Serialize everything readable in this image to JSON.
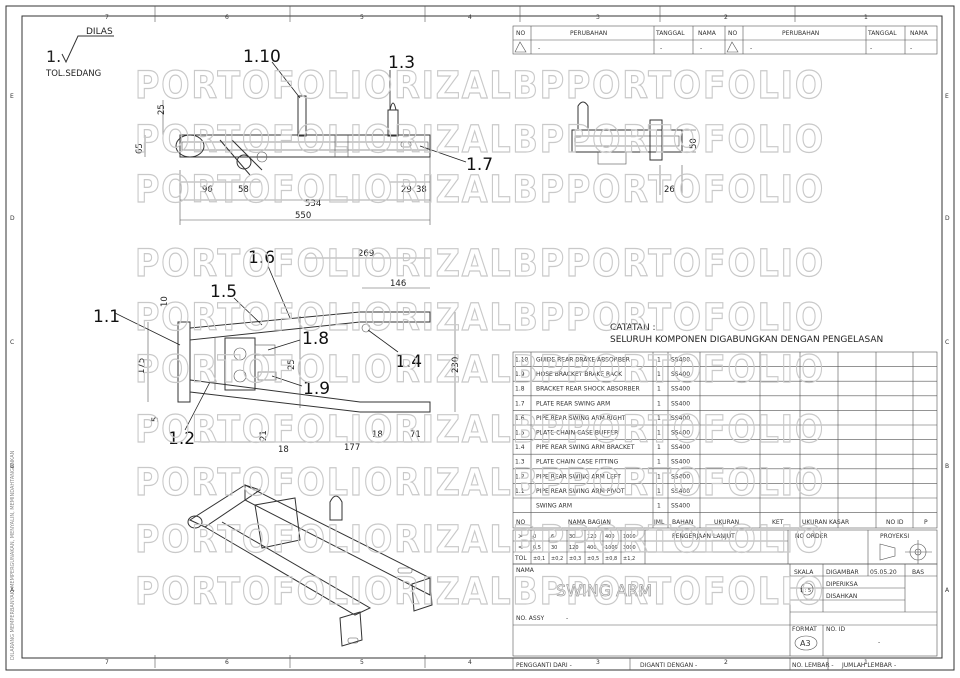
{
  "border": {
    "col_numbers_top": [
      "7",
      "6",
      "5",
      "4",
      "3",
      "2",
      "1"
    ],
    "col_numbers_bottom": [
      "7",
      "6",
      "5",
      "4",
      "3",
      "2",
      "1"
    ],
    "row_letters_left": [
      "E",
      "D",
      "C",
      "B",
      "A"
    ],
    "row_letters_right": [
      "E",
      "D",
      "C",
      "B",
      "A"
    ]
  },
  "watermark": {
    "text": "PORTOFOLIORIZALBPPORTOFOLIO"
  },
  "weld_note": {
    "number": "1.",
    "symbol_label": "DILAS",
    "tolerance": "TOL.SEDANG"
  },
  "callouts": [
    "1.10",
    "1.3",
    "1.7",
    "1.6",
    "1.5",
    "1.1",
    "1.8",
    "1.4",
    "1.9",
    "1.2"
  ],
  "dimensions": {
    "top_view": [
      "25",
      "65",
      "96",
      "58",
      "29",
      "38",
      "534",
      "550"
    ],
    "side_view": [
      "50",
      "26"
    ],
    "front_view": [
      "269",
      "146",
      "10",
      "175",
      "25",
      "230",
      "5",
      "21",
      "18",
      "177",
      "18",
      "71"
    ]
  },
  "revision_table": {
    "headers": [
      "NO",
      "PERUBAHAN",
      "TANGGAL",
      "NAMA",
      "NO",
      "PERUBAHAN",
      "TANGGAL",
      "NAMA"
    ],
    "row": [
      "-",
      "-",
      "-",
      "-",
      "-",
      "-",
      "-",
      "-"
    ]
  },
  "notes": {
    "title": "CATATAN :",
    "text": "SELURUH KOMPONEN DIGABUNGKAN DENGAN PENGELASAN"
  },
  "parts_list": [
    {
      "no": "1.10",
      "name": "GUIDE REAR BRAKE ABSORBER",
      "qty": "1",
      "mat": "SS400"
    },
    {
      "no": "1.9",
      "name": "HOSE BRACKET BRAKE RACK",
      "qty": "1",
      "mat": "SS400"
    },
    {
      "no": "1.8",
      "name": "BRACKET REAR SHOCK ABSORBER",
      "qty": "1",
      "mat": "SS400"
    },
    {
      "no": "1.7",
      "name": "PLATE REAR SWING ARM",
      "qty": "1",
      "mat": "SS400"
    },
    {
      "no": "1.6",
      "name": "PIPE REAR SWING ARM RIGHT",
      "qty": "1",
      "mat": "SS400"
    },
    {
      "no": "1.5",
      "name": "PLATE CHAIN CASE BUFFER",
      "qty": "1",
      "mat": "SS400"
    },
    {
      "no": "1.4",
      "name": "PIPE REAR SWING ARM BRACKET",
      "qty": "1",
      "mat": "SS400"
    },
    {
      "no": "1.3",
      "name": "PLATE CHAIN CASE FITTING",
      "qty": "1",
      "mat": "SS400"
    },
    {
      "no": "1.2",
      "name": "PIPE REAR SWING ARM LEFT",
      "qty": "1",
      "mat": "SS400"
    },
    {
      "no": "1.1",
      "name": "PIPE REAR SWING ARM PIVOT",
      "qty": "1",
      "mat": "SS400"
    },
    {
      "no": "",
      "name": "SWING ARM",
      "qty": "1",
      "mat": "SS400"
    }
  ],
  "parts_header": [
    "NO",
    "NAMA BAGIAN",
    "JML",
    "BAHAN",
    "UKURAN",
    "KET",
    "UKURAN KASAR",
    "NO ID",
    "P"
  ],
  "tolerance_table": {
    "ranges": [
      "0",
      "6",
      "30",
      "120",
      "400",
      "1000"
    ],
    "row1": [
      "0,5",
      "30",
      "120",
      "400",
      "1000",
      "3000"
    ],
    "row2": [
      "±0,1",
      "±0,2",
      "±0,3",
      "±0,5",
      "±0,8",
      "±1,2"
    ],
    "labels": [
      "PENGERJAAN LANJUT",
      "NO ORDER",
      "PROYEKSI"
    ]
  },
  "title_block": {
    "nama_label": "NAMA",
    "title": "SWING ARM",
    "skala_label": "SKALA",
    "skala_value": "1 : 5",
    "digambar_label": "DIGAMBAR",
    "digambar_date": "05.05.20",
    "digambar_name": "BAS",
    "diperiksa_label": "DIPERIKSA",
    "disahkan_label": "DISAHKAN",
    "no_assy_label": "NO. ASSY",
    "no_assy_value": "-",
    "format_label": "FORMAT",
    "format_value": "A3",
    "no_id_label": "NO. ID",
    "no_id_value": "-"
  },
  "footer": {
    "pengganti": "PENGGANTI DARI  -",
    "diganti": "DIGANTI DENGAN  -",
    "no_lembar": "NO. LEMBAR  -",
    "jumlah_lembar": "JUMLAH LEMBAR  -"
  },
  "side_note": "DILARANG MEMPERBANYAK, MEMPERGUNAKAN, MENYALIN, MEMINDAHTANGANKAN"
}
